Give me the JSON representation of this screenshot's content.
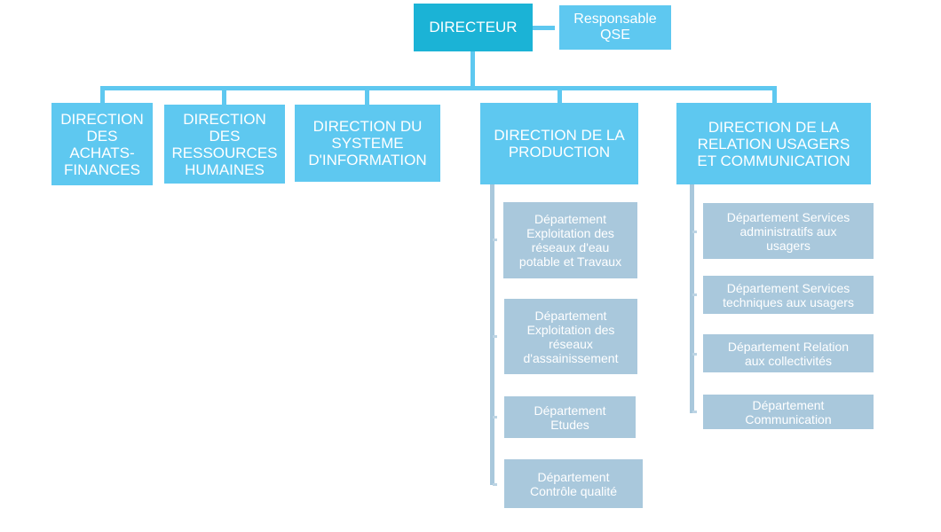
{
  "director": "DIRECTEUR",
  "qse": "Responsable\nQSE",
  "directions": [
    "DIRECTION\nDES\nACHATS-\nFINANCES",
    "DIRECTION\nDES\nRESSOURCES\nHUMAINES",
    "DIRECTION DU\nSYSTEME\nD'INFORMATION",
    "DIRECTION DE LA\nPRODUCTION",
    "DIRECTION DE LA\nRELATION USAGERS\nET COMMUNICATION"
  ],
  "production_departments": [
    "Département\nExploitation des\nréseaux d'eau\npotable et Travaux",
    "Département\nExploitation des\nréseaux\nd'assainissement",
    "Département\nEtudes",
    "Département\nContrôle qualité"
  ],
  "relation_departments": [
    "Département Services\nadministratifs aux\nusagers",
    "Département Services\ntechniques aux usagers",
    "Département Relation\naux collectivités",
    "Département\nCommunication"
  ],
  "colors": {
    "director": "#1bb3d6",
    "direction": "#5ec8f0",
    "department": "#a9c8dc",
    "text": "#ffffff"
  }
}
